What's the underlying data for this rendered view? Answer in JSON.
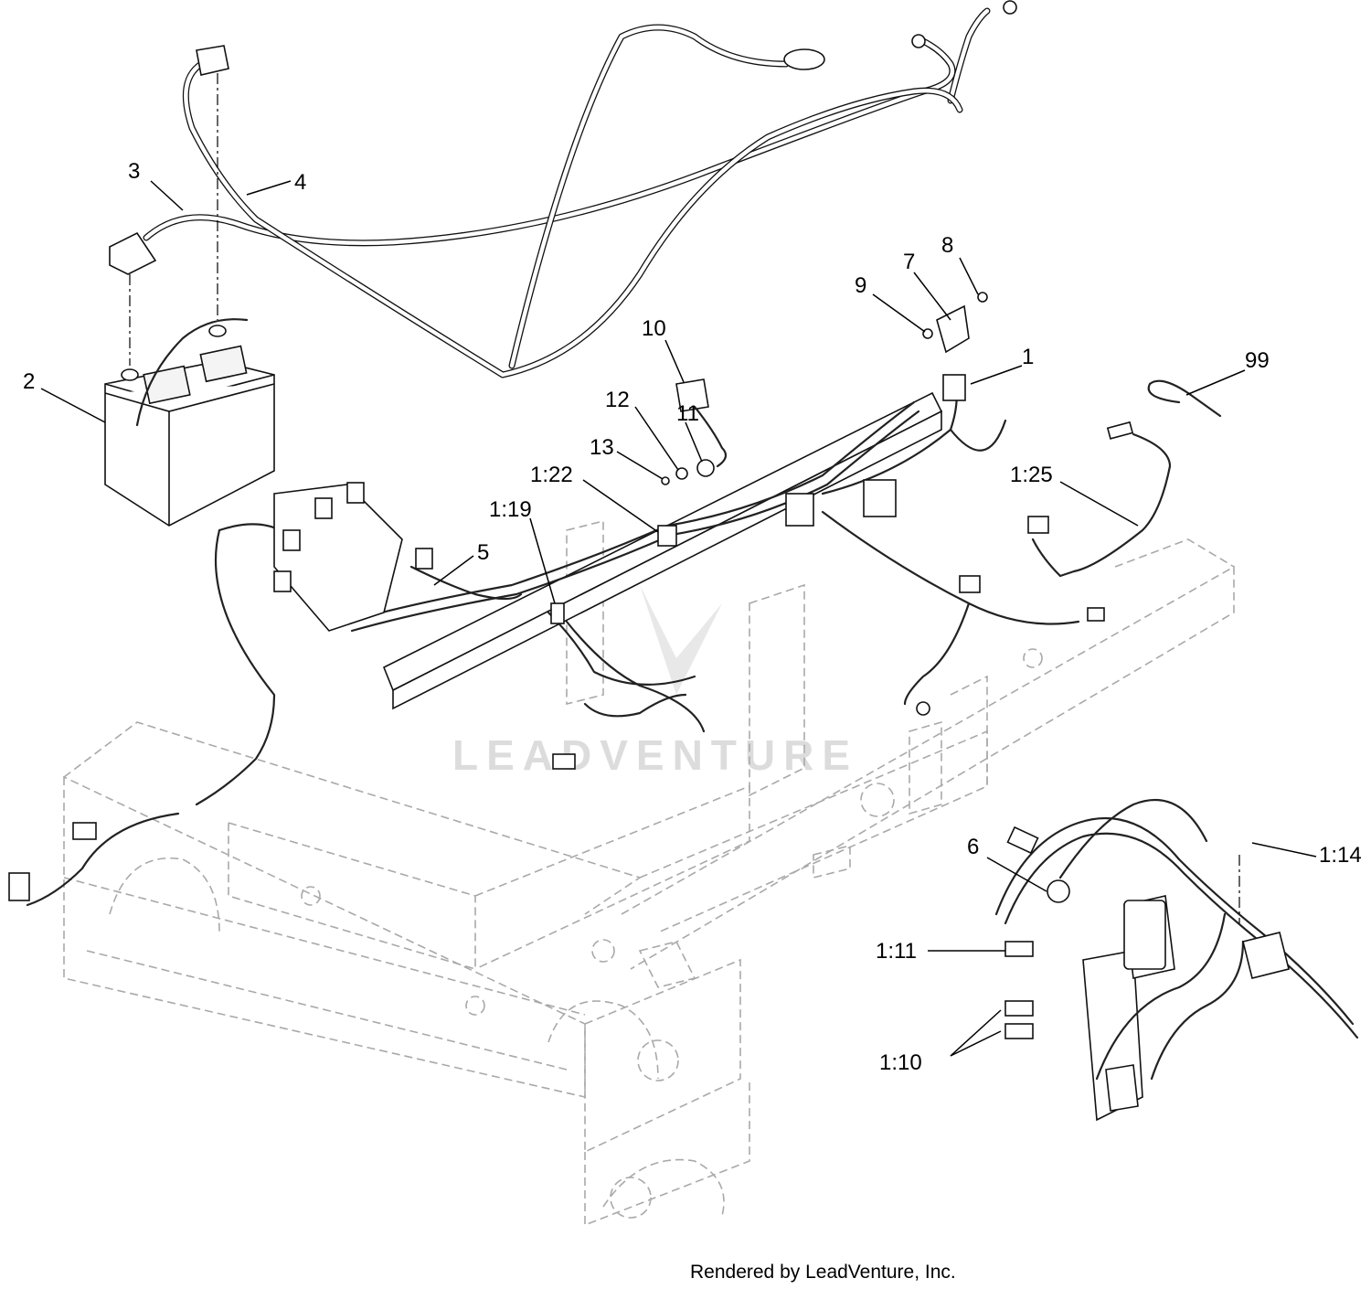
{
  "callouts": {
    "c1": "1",
    "c2": "2",
    "c3": "3",
    "c4": "4",
    "c5": "5",
    "c6": "6",
    "c7": "7",
    "c8": "8",
    "c9": "9",
    "c10": "10",
    "c11": "11",
    "c12": "12",
    "c13": "13",
    "c99": "99",
    "c1_10": "1:10",
    "c1_11": "1:11",
    "c1_14": "1:14",
    "c1_19": "1:19",
    "c1_22": "1:22",
    "c1_25": "1:25"
  },
  "footer": {
    "rendered_by": "Rendered by LeadVenture, Inc."
  },
  "watermark": {
    "brand": "LEADVENTURE"
  }
}
